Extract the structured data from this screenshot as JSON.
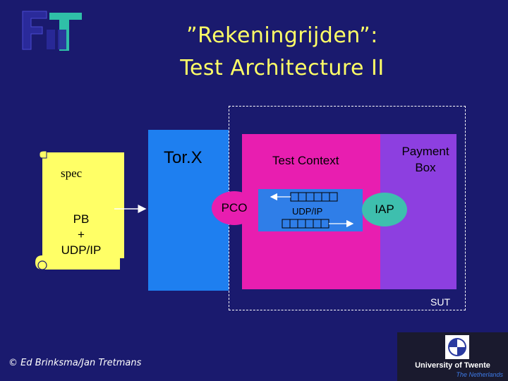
{
  "title": "”Rekeningrijden”:\nTest Architecture II",
  "torx": "Tor.X",
  "test_context": "Test Context",
  "payment_box": "Payment\nBox",
  "pco": "PCO",
  "udp_ip": "UDP/IP",
  "iap": "IAP",
  "sut": "SUT",
  "spec": "spec",
  "pb_udp": "PB\n+\nUDP/IP",
  "copyright": "© Ed Brinksma/Jan Tretmans",
  "university_name": "University of Twente",
  "university_country": "The Netherlands",
  "colors": {
    "background": "#1a1a6e",
    "title": "#ffff66",
    "torx": "#1e7ff0",
    "test_context": "#e81eb0",
    "payment_box": "#8d3fe0",
    "iap": "#3ebfae",
    "scroll": "#ffff66"
  }
}
